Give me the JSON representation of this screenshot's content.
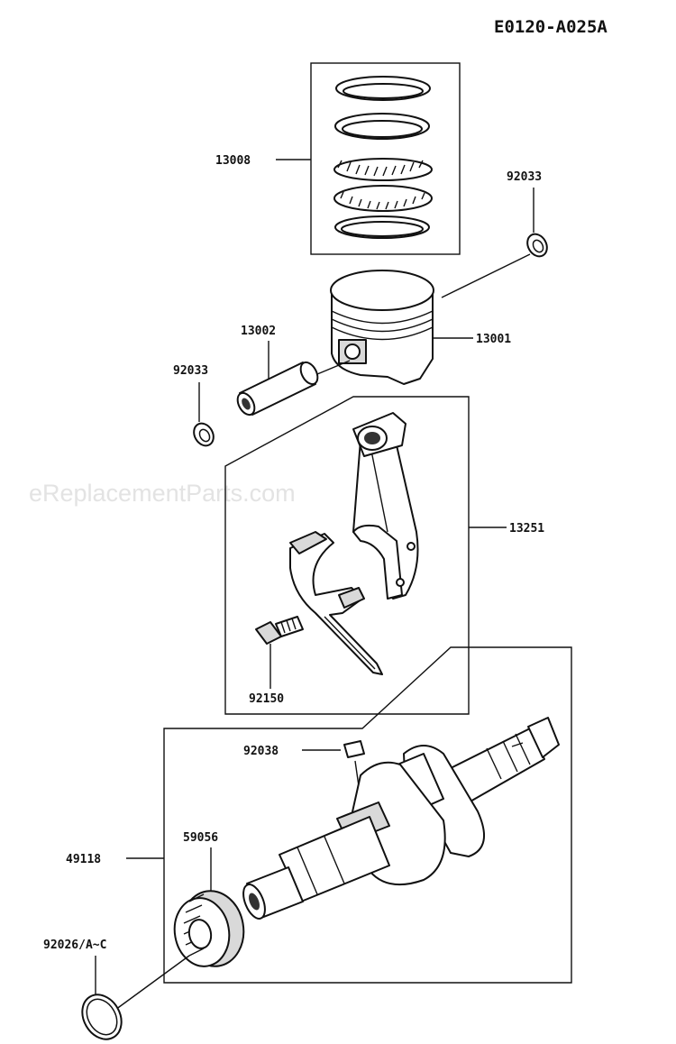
{
  "diagram_code": "E0120-A025A",
  "watermark": "eReplacementParts.com",
  "parts": {
    "piston_ring_set": "13008",
    "circlip_right": "92033",
    "piston_pin": "13002",
    "piston": "13001",
    "circlip_left": "92033",
    "connecting_rod": "13251",
    "rod_bolt": "92150",
    "key": "92038",
    "crankshaft": "49118",
    "crank_gear": "59056",
    "crank_ring": "92026/A~C"
  }
}
